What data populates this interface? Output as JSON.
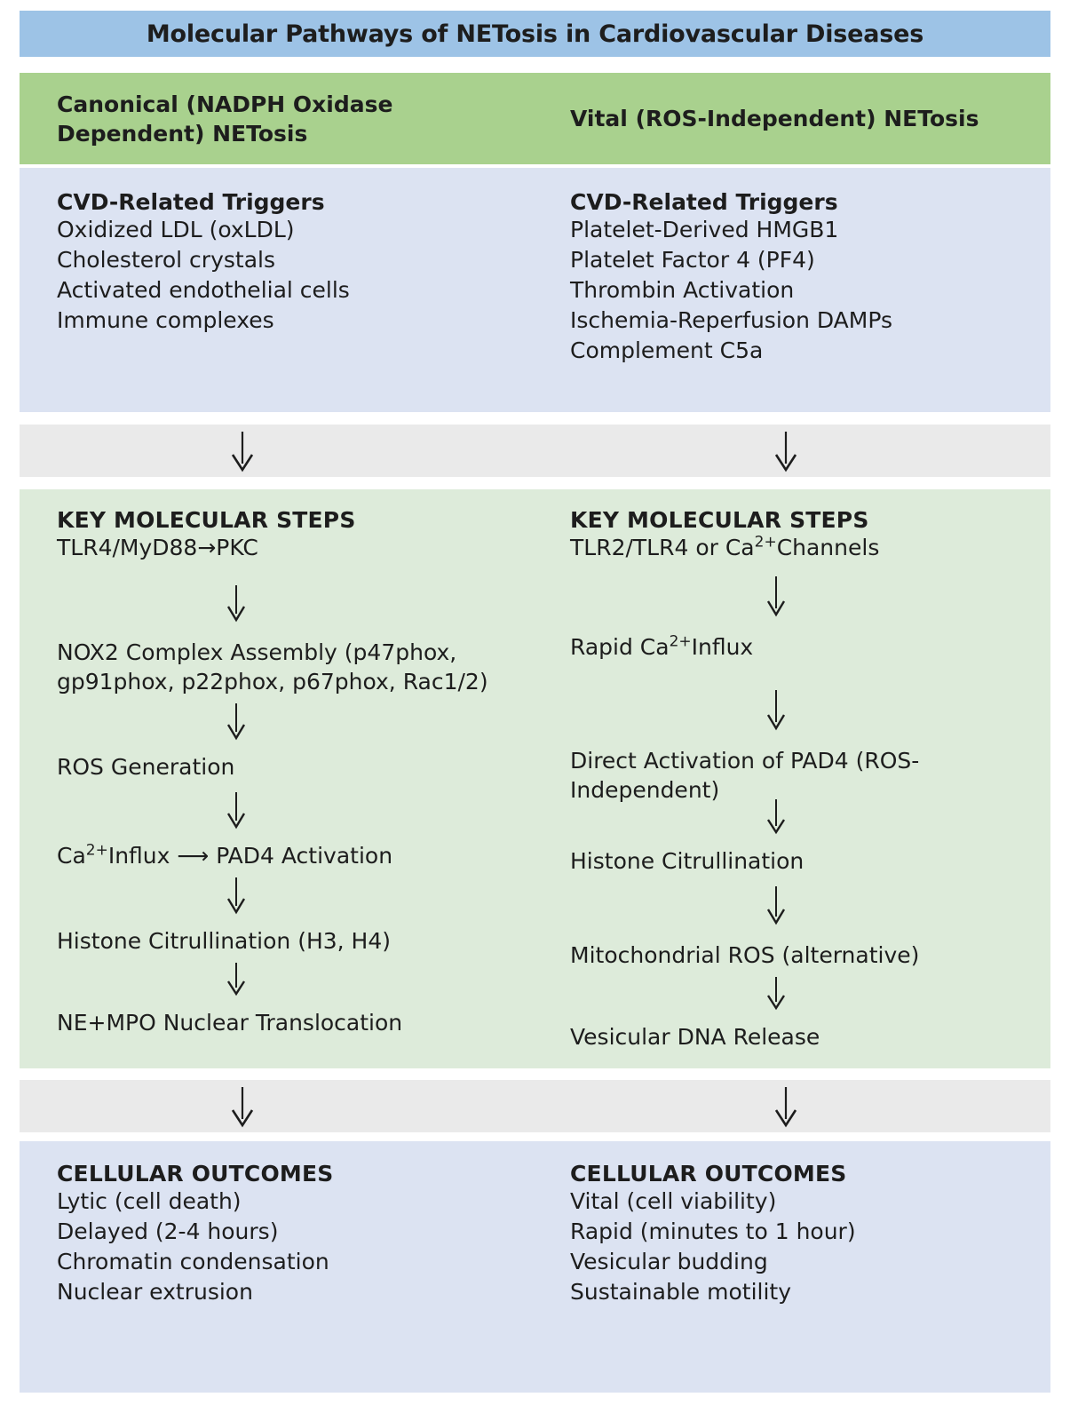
{
  "title": "Molecular Pathways of NETosis in Cardiovascular Diseases",
  "colors": {
    "title_bar": "#9dc3e6",
    "header_band": "#a9d18e",
    "trigger_panel": "#dce3f2",
    "steps_panel": "#ddebda",
    "outcome_panel": "#dce3f2",
    "arrow_band": "#eaeaea",
    "text": "#1d1d1d"
  },
  "columns": {
    "left": {
      "header": "Canonical (NADPH Oxidase Dependent) NETosis",
      "triggers": {
        "heading": "CVD-Related Triggers",
        "items": [
          "Oxidized LDL (oxLDL)",
          "Cholesterol crystals",
          "Activated endothelial cells",
          "Immune complexes"
        ]
      },
      "steps": {
        "heading": "KEY MOLECULAR STEPS",
        "nodes": [
          "TLR4/MyD88→PKC",
          "NOX2 Complex Assembly (p47phox, gp91phox, p22phox, p67phox, Rac1/2)",
          "ROS Generation",
          "Ca²⁺Influx ⟶ PAD4 Activation",
          "Histone Citrullination (H3, H4)",
          "NE+MPO Nuclear Translocation"
        ]
      },
      "outcomes": {
        "heading": "CELLULAR OUTCOMES",
        "items": [
          "Lytic (cell death)",
          "Delayed (2-4 hours)",
          "Chromatin condensation",
          "Nuclear extrusion"
        ]
      }
    },
    "right": {
      "header": "Vital (ROS-Independent) NETosis",
      "triggers": {
        "heading": "CVD-Related Triggers",
        "items": [
          "Platelet-Derived HMGB1",
          "Platelet Factor 4 (PF4)",
          "Thrombin Activation",
          "Ischemia-Reperfusion DAMPs",
          "Complement C5a"
        ]
      },
      "steps": {
        "heading": "KEY MOLECULAR STEPS",
        "nodes": [
          "TLR2/TLR4 or Ca²⁺Channels",
          "Rapid Ca²⁺Influx",
          "Direct Activation of PAD4 (ROS-Independent)",
          "Histone Citrullination",
          "Mitochondrial ROS (alternative)",
          "Vesicular DNA Release"
        ]
      },
      "outcomes": {
        "heading": "CELLULAR OUTCOMES",
        "items": [
          "Vital (cell viability)",
          "Rapid (minutes to 1 hour)",
          "Vesicular budding",
          "Sustainable motility"
        ]
      }
    }
  },
  "flow_parts": {
    "left": {
      "n0_a": "TLR4/MyD88",
      "n0_arrow": "→",
      "n0_b": "PKC",
      "n1_line1": "NOX2 Complex Assembly (p47phox,",
      "n1_line2": "gp91phox, p22phox, p67phox, Rac1/2)",
      "n2": "ROS Generation",
      "n3_a": "Ca",
      "n3_sup": "2+",
      "n3_b": "Influx",
      "n3_arrow": "⟶",
      "n3_c": "PAD4 Activation",
      "n4": "Histone Citrullination (H3, H4)",
      "n5": "NE+MPO Nuclear Translocation"
    },
    "right": {
      "n0_a": "TLR2/TLR4 or Ca",
      "n0_sup": "2+",
      "n0_b": "Channels",
      "n1_a": "Rapid Ca",
      "n1_sup": "2+",
      "n1_b": "Influx",
      "n2_line1": "Direct Activation of PAD4 (ROS-",
      "n2_line2": "Independent)",
      "n3": "Histone Citrullination",
      "n4": "Mitochondrial ROS (alternative)",
      "n5": "Vesicular DNA Release"
    }
  },
  "arrows": {
    "down_glyph": "↓",
    "band_arrow_name": "down-arrow"
  }
}
